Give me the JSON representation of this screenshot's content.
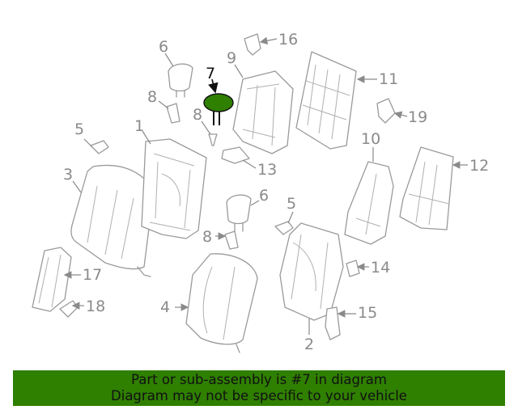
{
  "callouts": {
    "c1": "1",
    "c2": "2",
    "c3": "3",
    "c4": "4",
    "c5a": "5",
    "c5b": "5",
    "c6a": "6",
    "c6b": "6",
    "c7": "7",
    "c8a": "8",
    "c8b": "8",
    "c8c": "8",
    "c9": "9",
    "c10": "10",
    "c11": "11",
    "c12": "12",
    "c13": "13",
    "c14": "14",
    "c15": "15",
    "c16": "16",
    "c17": "17",
    "c18": "18",
    "c19": "19"
  },
  "highlight": {
    "part_number": "7",
    "fill_color": "#2f7f00"
  },
  "banner": {
    "line1": "Part or sub-assembly is #7 in diagram",
    "line2": "Diagram may not be specific to your vehicle",
    "color": "#2f7f00"
  }
}
